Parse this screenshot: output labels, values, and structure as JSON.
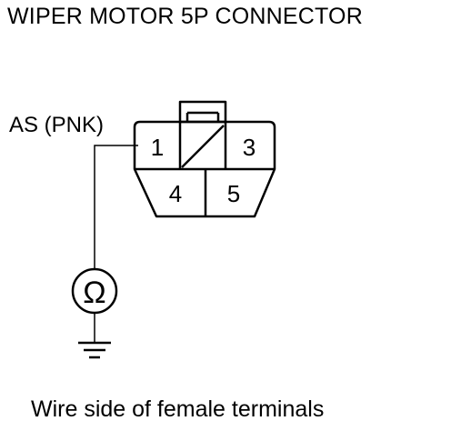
{
  "diagram": {
    "title": "WIPER MOTOR 5P CONNECTOR",
    "caption": "Wire side of female terminals",
    "wire_label": "AS (PNK)",
    "meter_symbol": "Ω",
    "terminals": {
      "t1": "1",
      "t3": "3",
      "t4": "4",
      "t5": "5"
    },
    "icons": {
      "meter": "ohmmeter-icon",
      "ground": "ground-icon"
    },
    "colors": {
      "line": "#000000",
      "background": "#ffffff"
    }
  }
}
